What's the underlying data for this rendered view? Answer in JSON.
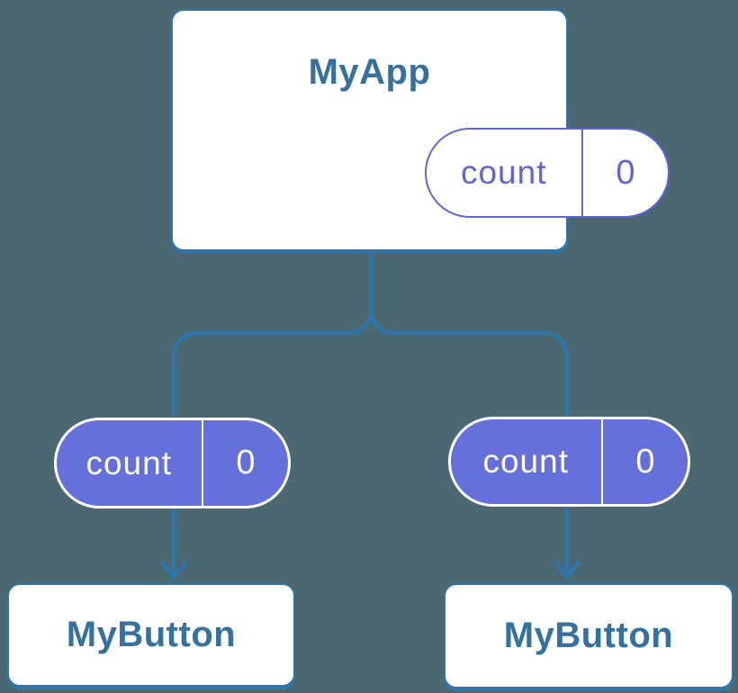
{
  "diagram": {
    "root": {
      "title": "MyApp",
      "state": {
        "label": "count",
        "value": "0"
      }
    },
    "children": [
      {
        "title": "MyButton",
        "prop": {
          "label": "count",
          "value": "0"
        }
      },
      {
        "title": "MyButton",
        "prop": {
          "label": "count",
          "value": "0"
        }
      }
    ]
  },
  "colors": {
    "background": "#4b6770",
    "card-bg": "#ffffff",
    "card-border": "#2f76ac",
    "line": "#2f76ac",
    "node-text": "#35719f",
    "purple": "#6165db",
    "purple-fill": "#6570da",
    "pill-text-light": "#ffffff"
  }
}
